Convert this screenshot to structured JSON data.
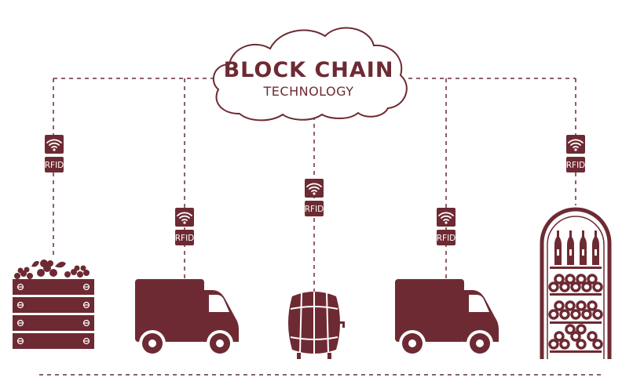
{
  "colors": {
    "primary": "#6e2a33",
    "background": "#ffffff"
  },
  "cloud": {
    "title": "BLOCK CHAIN",
    "subtitle": "TECHNOLOGY"
  },
  "rfid_label": "RFID",
  "nodes": [
    {
      "name": "grape-crate",
      "icon": "grape-crate-icon"
    },
    {
      "name": "delivery-truck-1",
      "icon": "truck-icon"
    },
    {
      "name": "wine-barrel",
      "icon": "barrel-icon"
    },
    {
      "name": "delivery-truck-2",
      "icon": "truck-icon"
    },
    {
      "name": "wine-rack",
      "icon": "wine-rack-icon"
    }
  ]
}
